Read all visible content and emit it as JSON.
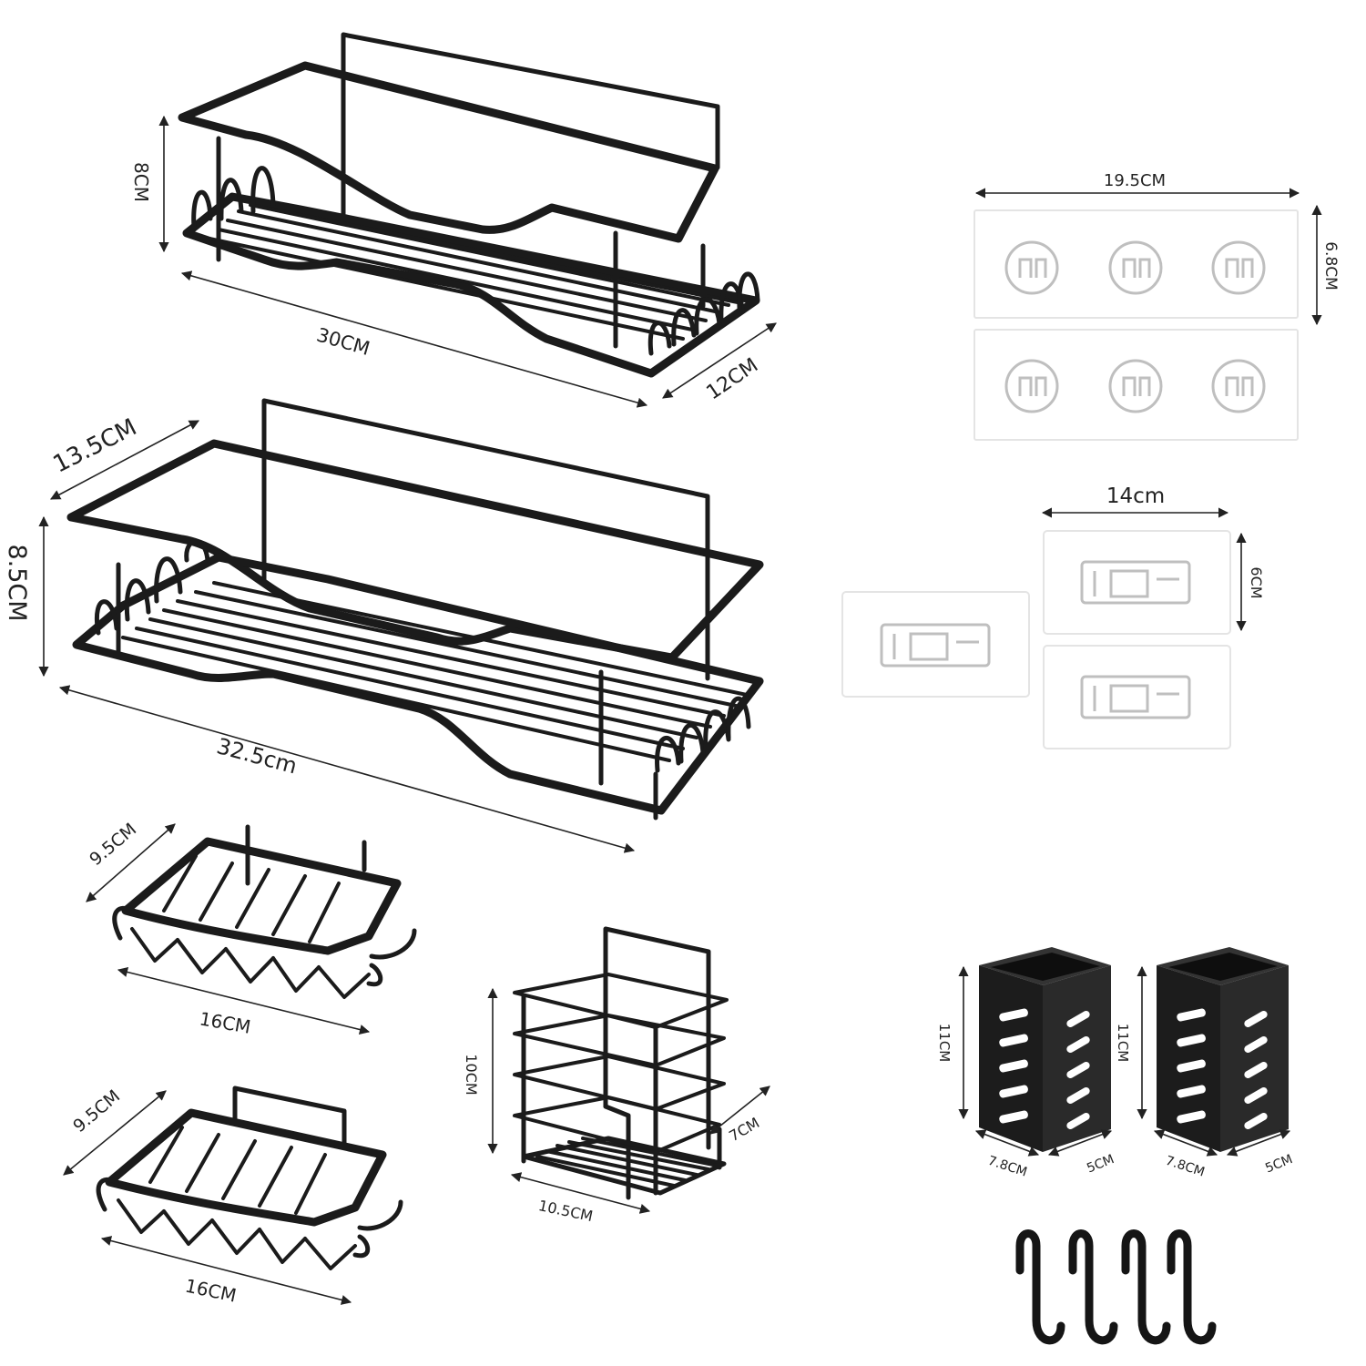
{
  "dimensions": {
    "big_shelf_height": "8CM",
    "big_shelf_length": "30CM",
    "big_shelf_depth": "12CM",
    "large_shelf_depth": "13.5CM",
    "large_shelf_height": "8.5CM",
    "large_shelf_length": "32.5cm",
    "soap_dish_1_depth": "9.5CM",
    "soap_dish_1_length": "16CM",
    "soap_dish_2_depth": "9.5CM",
    "soap_dish_2_length": "16CM",
    "basket_height": "10CM",
    "basket_depth": "7CM",
    "basket_width": "10.5CM",
    "long_pad_width": "19.5CM",
    "long_pad_height": "6.8CM",
    "small_pad_width": "14cm",
    "small_pad_height": "6CM",
    "holder_1_height": "11CM",
    "holder_1_width": "7.8CM",
    "holder_1_depth": "5CM",
    "holder_2_height": "11CM",
    "holder_2_width": "7.8CM",
    "holder_2_depth": "5CM"
  },
  "colors": {
    "metal": "#1b1b1b",
    "background": "#ffffff",
    "pad": "#ffffff"
  },
  "icons": {
    "hooks": "s-hook-icon"
  }
}
